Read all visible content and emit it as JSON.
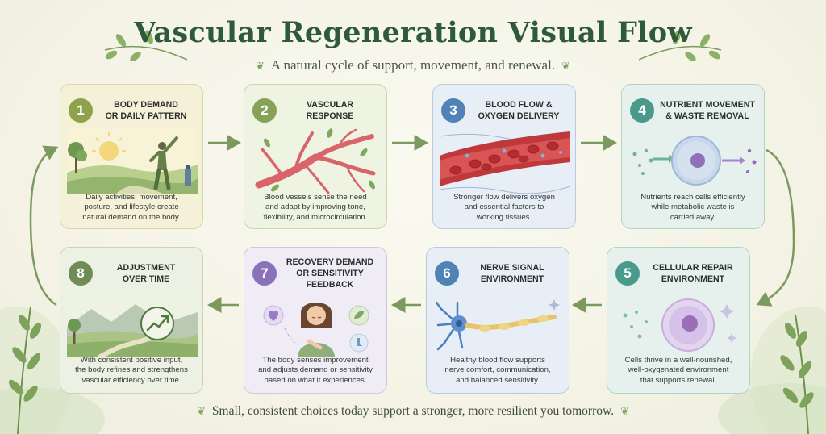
{
  "title": "Vascular Regeneration Visual Flow",
  "subtitle": "A natural cycle of support, movement, and renewal.",
  "footer": "Small, consistent choices today support a stronger, more resilient you tomorrow.",
  "steps": [
    {
      "number": "1",
      "title_line1": "BODY DEMAND",
      "title_line2": "OR DAILY PATTERN",
      "desc_line1": "Daily activities, movement,",
      "desc_line2": "posture, and lifestyle create",
      "desc_line3": "natural demand on the body."
    },
    {
      "number": "2",
      "title_line1": "VASCULAR",
      "title_line2": "RESPONSE",
      "desc_line1": "Blood vessels sense the need",
      "desc_line2": "and adapt by improving tone,",
      "desc_line3": "flexibility, and microcirculation."
    },
    {
      "number": "3",
      "title_line1": "BLOOD FLOW &",
      "title_line2": "OXYGEN DELIVERY",
      "desc_line1": "Stronger flow delivers oxygen",
      "desc_line2": "and essential factors to",
      "desc_line3": "working tissues."
    },
    {
      "number": "4",
      "title_line1": "NUTRIENT MOVEMENT",
      "title_line2": "& WASTE REMOVAL",
      "desc_line1": "Nutrients reach cells efficiently",
      "desc_line2": "while metabolic waste is",
      "desc_line3": "carried away."
    },
    {
      "number": "5",
      "title_line1": "CELLULAR REPAIR",
      "title_line2": "ENVIRONMENT",
      "desc_line1": "Cells thrive in a well-nourished,",
      "desc_line2": "well-oxygenated environment",
      "desc_line3": "that supports renewal."
    },
    {
      "number": "6",
      "title_line1": "NERVE SIGNAL",
      "title_line2": "ENVIRONMENT",
      "desc_line1": "Healthy blood flow supports",
      "desc_line2": "nerve comfort, communication,",
      "desc_line3": "and balanced sensitivity."
    },
    {
      "number": "7",
      "title_line1": "RECOVERY DEMAND",
      "title_line2": "OR SENSITIVITY FEEDBACK",
      "desc_line1": "The body senses improvement",
      "desc_line2": "and adjusts demand or sensitivity",
      "desc_line3": "based on what it experiences."
    },
    {
      "number": "8",
      "title_line1": "ADJUSTMENT",
      "title_line2": "OVER TIME",
      "desc_line1": "With consistent positive input,",
      "desc_line2": "the body refines and strengthens",
      "desc_line3": "vascular efficiency over time."
    }
  ],
  "colors": {
    "title": "#2f5a3a",
    "arrow": "#7c9a5e",
    "vessel": "#c0393a",
    "cell_blue": "#9fb7d6",
    "cell_purple": "#c7aee0",
    "nerve": "#4b7fc4"
  }
}
